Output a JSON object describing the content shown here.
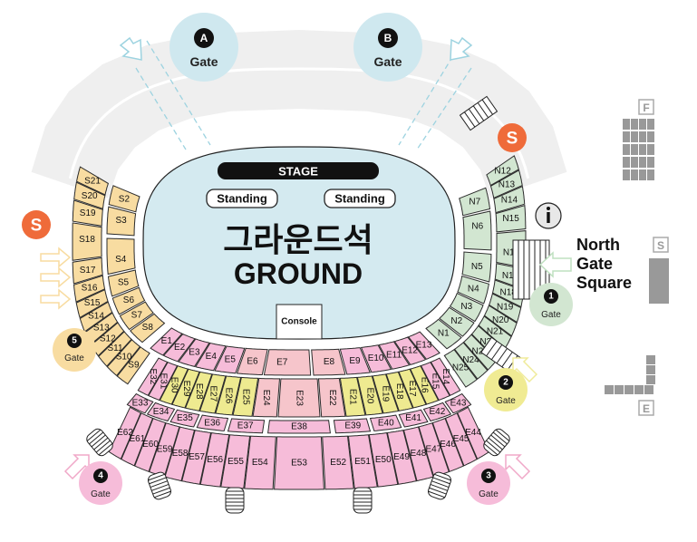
{
  "field": {
    "stage": "STAGE",
    "standing_left": "Standing",
    "standing_right": "Standing",
    "title_ko": "그라운드석",
    "title_en": "GROUND",
    "console": "Console"
  },
  "sections": {
    "inner_s": [
      "S8",
      "S7",
      "S6",
      "S5",
      "S4",
      "S3",
      "S2"
    ],
    "inner_e": [
      "E1",
      "E2",
      "E3",
      "E4",
      "E5",
      "E6",
      "E7",
      "E8",
      "E9",
      "E10",
      "E11",
      "E12",
      "E13"
    ],
    "inner_n": [
      "N1",
      "N2",
      "N3",
      "N4",
      "N5",
      "N6",
      "N7"
    ],
    "second_s": [
      "S9",
      "S10",
      "S11",
      "S12",
      "S13",
      "S14",
      "S15",
      "S16",
      "S17",
      "S18",
      "S19",
      "S20",
      "S21"
    ],
    "second_e": [
      "E32",
      "E31",
      "E30",
      "E29",
      "E28",
      "E27",
      "E26",
      "E25",
      "E24",
      "E23",
      "E22",
      "E21",
      "E20",
      "E19",
      "E18",
      "E17",
      "E16",
      "E15",
      "E14"
    ],
    "second_n": [
      "N25",
      "N24",
      "N23",
      "N22",
      "N21",
      "N20",
      "N19",
      "N18",
      "N17",
      "N16",
      "N15",
      "N14",
      "N13",
      "N12"
    ],
    "third_e": [
      "E33",
      "E34",
      "E35",
      "E36",
      "E37",
      "E38",
      "E39",
      "E40",
      "E41",
      "E42",
      "E43"
    ],
    "fourth_e": [
      "E62",
      "E61",
      "E60",
      "E59",
      "E58",
      "E57",
      "E56",
      "E55",
      "E54",
      "E53",
      "E52",
      "E51",
      "E50",
      "E49",
      "E48",
      "E47",
      "E46",
      "E45",
      "E44"
    ]
  },
  "colors": {
    "south": "#f8dca1",
    "north": "#d2e6d1",
    "east": "#f6bcd9",
    "east_light": "#f6c5cb",
    "east_yellow": "#eeea90",
    "field": "#d4eaf0",
    "accent_orange": "#ef6b3a"
  },
  "light_sections": [
    "E6",
    "E7",
    "E8",
    "E22",
    "E23",
    "E24"
  ],
  "yellow_sections": [
    "E16",
    "E17",
    "E18",
    "E19",
    "E20",
    "E21",
    "E25",
    "E26",
    "E27",
    "E28",
    "E29",
    "E30"
  ],
  "gates": {
    "a": {
      "letter": "A",
      "label": "Gate"
    },
    "b": {
      "letter": "B",
      "label": "Gate"
    },
    "g1": {
      "num": "1",
      "label": "Gate"
    },
    "g2": {
      "num": "2",
      "label": "Gate"
    },
    "g3": {
      "num": "3",
      "label": "Gate"
    },
    "g4": {
      "num": "4",
      "label": "Gate"
    },
    "g5": {
      "num": "5",
      "label": "Gate"
    }
  },
  "store_label": "S",
  "info_icon": "info-icon",
  "north_square": [
    "North",
    "Gate",
    "Square"
  ],
  "blocks": {
    "f": "F",
    "s": "S",
    "e": "E"
  }
}
